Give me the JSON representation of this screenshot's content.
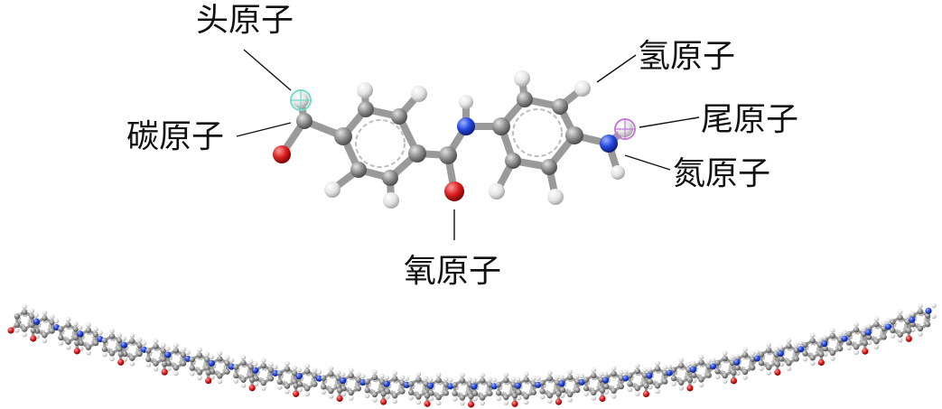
{
  "labels": {
    "head_atom": "头原子",
    "hydrogen_atom": "氢原子",
    "tail_atom": "尾原子",
    "carbon_atom": "碳原子",
    "nitrogen_atom": "氮原子",
    "oxygen_atom": "氧原子"
  },
  "colors": {
    "carbon": "#8f8f8f",
    "hydrogen": "#e6e6e6",
    "oxygen": "#d61f1f",
    "nitrogen": "#2447e0",
    "bond": "#9a9a9a",
    "head_marker": "#74d9c6",
    "tail_marker": "#c77ad9",
    "leader_line": "#111111"
  }
}
